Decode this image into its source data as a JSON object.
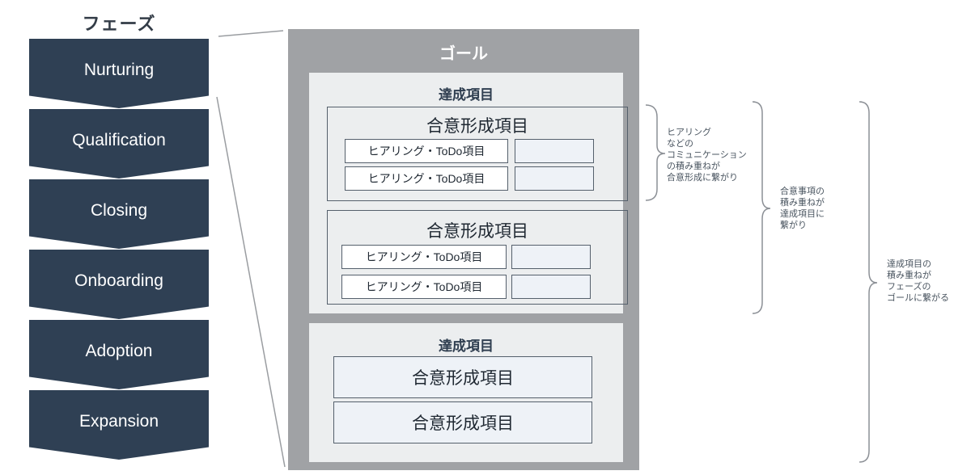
{
  "phases": {
    "title": "フェーズ",
    "items": [
      "Nurturing",
      "Qualification",
      "Closing",
      "Onboarding",
      "Adoption",
      "Expansion"
    ]
  },
  "goal": {
    "title": "ゴール",
    "achievements": [
      {
        "title": "達成項目",
        "consensus": [
          {
            "title": "合意形成項目",
            "rows": [
              "ヒアリング・ToDo項目",
              "ヒアリング・ToDo項目"
            ]
          },
          {
            "title": "合意形成項目",
            "rows": [
              "ヒアリング・ToDo項目",
              "ヒアリング・ToDo項目"
            ]
          }
        ]
      },
      {
        "title": "達成項目",
        "consensus": [
          "合意形成項目",
          "合意形成項目"
        ]
      }
    ]
  },
  "annotations": {
    "note1": [
      "ヒアリング",
      "などの",
      "コミュニケーション",
      "の積み重ねが",
      "合意形成に繋がり"
    ],
    "note2": [
      "合意事項の",
      "積み重ねが",
      "達成項目に",
      "繋がり"
    ],
    "note3": [
      "達成項目の",
      "積み重ねが",
      "フェーズの",
      "ゴールに繋がる"
    ]
  }
}
